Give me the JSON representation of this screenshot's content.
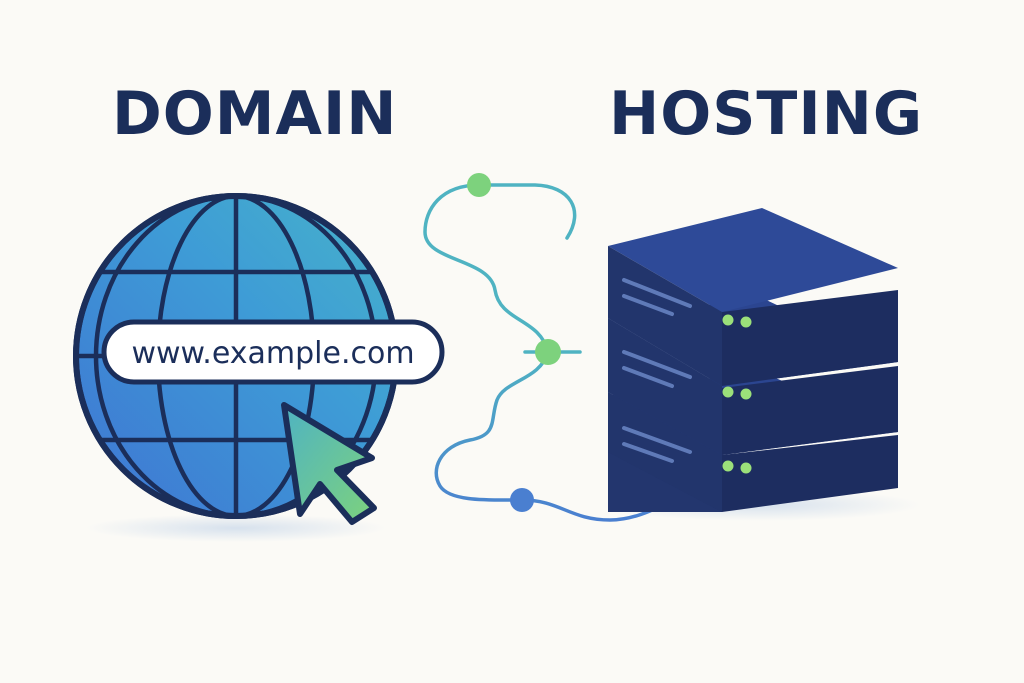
{
  "headings": {
    "domain": "DOMAIN",
    "hosting": "HOSTING"
  },
  "address_bar": {
    "url": "www.example.com"
  },
  "icons": {
    "globe": "globe-icon",
    "cursor": "cursor-arrow-icon",
    "server": "server-stack-icon"
  },
  "colors": {
    "navy": "#1b2e5a",
    "server_dark": "#23366e",
    "server_top": "#2b4590",
    "globe_blue": "#3f74d3",
    "globe_teal": "#47b3c9",
    "accent_green": "#7dd27d",
    "led_green": "#9be07a",
    "cable": "#4fb3c2"
  }
}
